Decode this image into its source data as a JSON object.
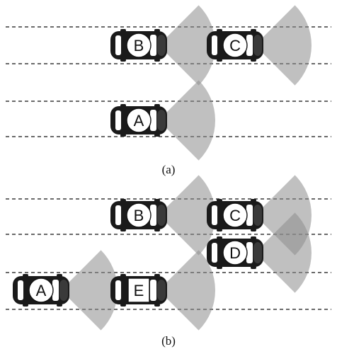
{
  "colors": {
    "background": "#ffffff",
    "lane_line": "#111111",
    "sensor_fill": "#8c8c8c",
    "car_body": "#1a1a1a"
  },
  "panels": [
    {
      "caption": "(a)",
      "cars": [
        {
          "label": "B",
          "badge_shape": "circle"
        },
        {
          "label": "C",
          "badge_shape": "circle"
        },
        {
          "label": "A",
          "badge_shape": "circle"
        }
      ]
    },
    {
      "caption": "(b)",
      "cars": [
        {
          "label": "B",
          "badge_shape": "circle"
        },
        {
          "label": "C",
          "badge_shape": "circle"
        },
        {
          "label": "D",
          "badge_shape": "circle"
        },
        {
          "label": "A",
          "badge_shape": "circle"
        },
        {
          "label": "E",
          "badge_shape": "square"
        }
      ]
    }
  ]
}
